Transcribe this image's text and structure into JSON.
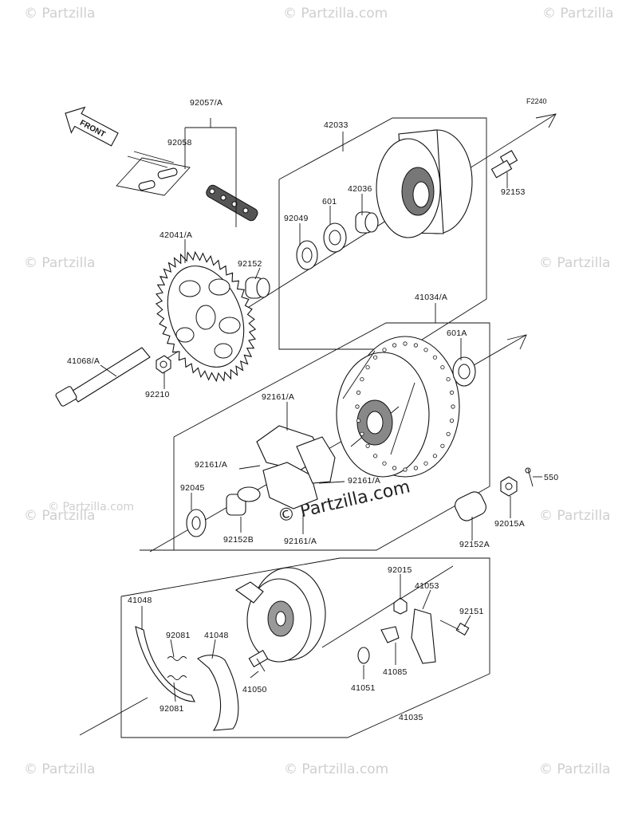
{
  "diagram_code": "F2240",
  "front_label": "FRONT",
  "watermark": "© Partzilla.com",
  "watermark_short": "© Partzilla",
  "parts": {
    "p92057A": "92057/A",
    "p92058": "92058",
    "p42033": "42033",
    "p92153": "92153",
    "p42036": "42036",
    "p601": "601",
    "p92049": "92049",
    "p42041A": "42041/A",
    "p92152": "92152",
    "p41034A": "41034/A",
    "p601A": "601A",
    "p41068A": "41068/A",
    "p92210": "92210",
    "p92161A_top": "92161/A",
    "p92161A_left": "92161/A",
    "p92161A_right": "92161/A",
    "p92161A_bottom": "92161/A",
    "p92045": "92045",
    "p92152B": "92152B",
    "p550": "550",
    "p92015A": "92015A",
    "p92152A": "92152A",
    "p92015": "92015",
    "p41053": "41053",
    "p41048_left": "41048",
    "p41048_mid": "41048",
    "p92081_top": "92081",
    "p92081_bottom": "92081",
    "p92151": "92151",
    "p41050": "41050",
    "p41051": "41051",
    "p41085": "41085",
    "p41035": "41035"
  }
}
